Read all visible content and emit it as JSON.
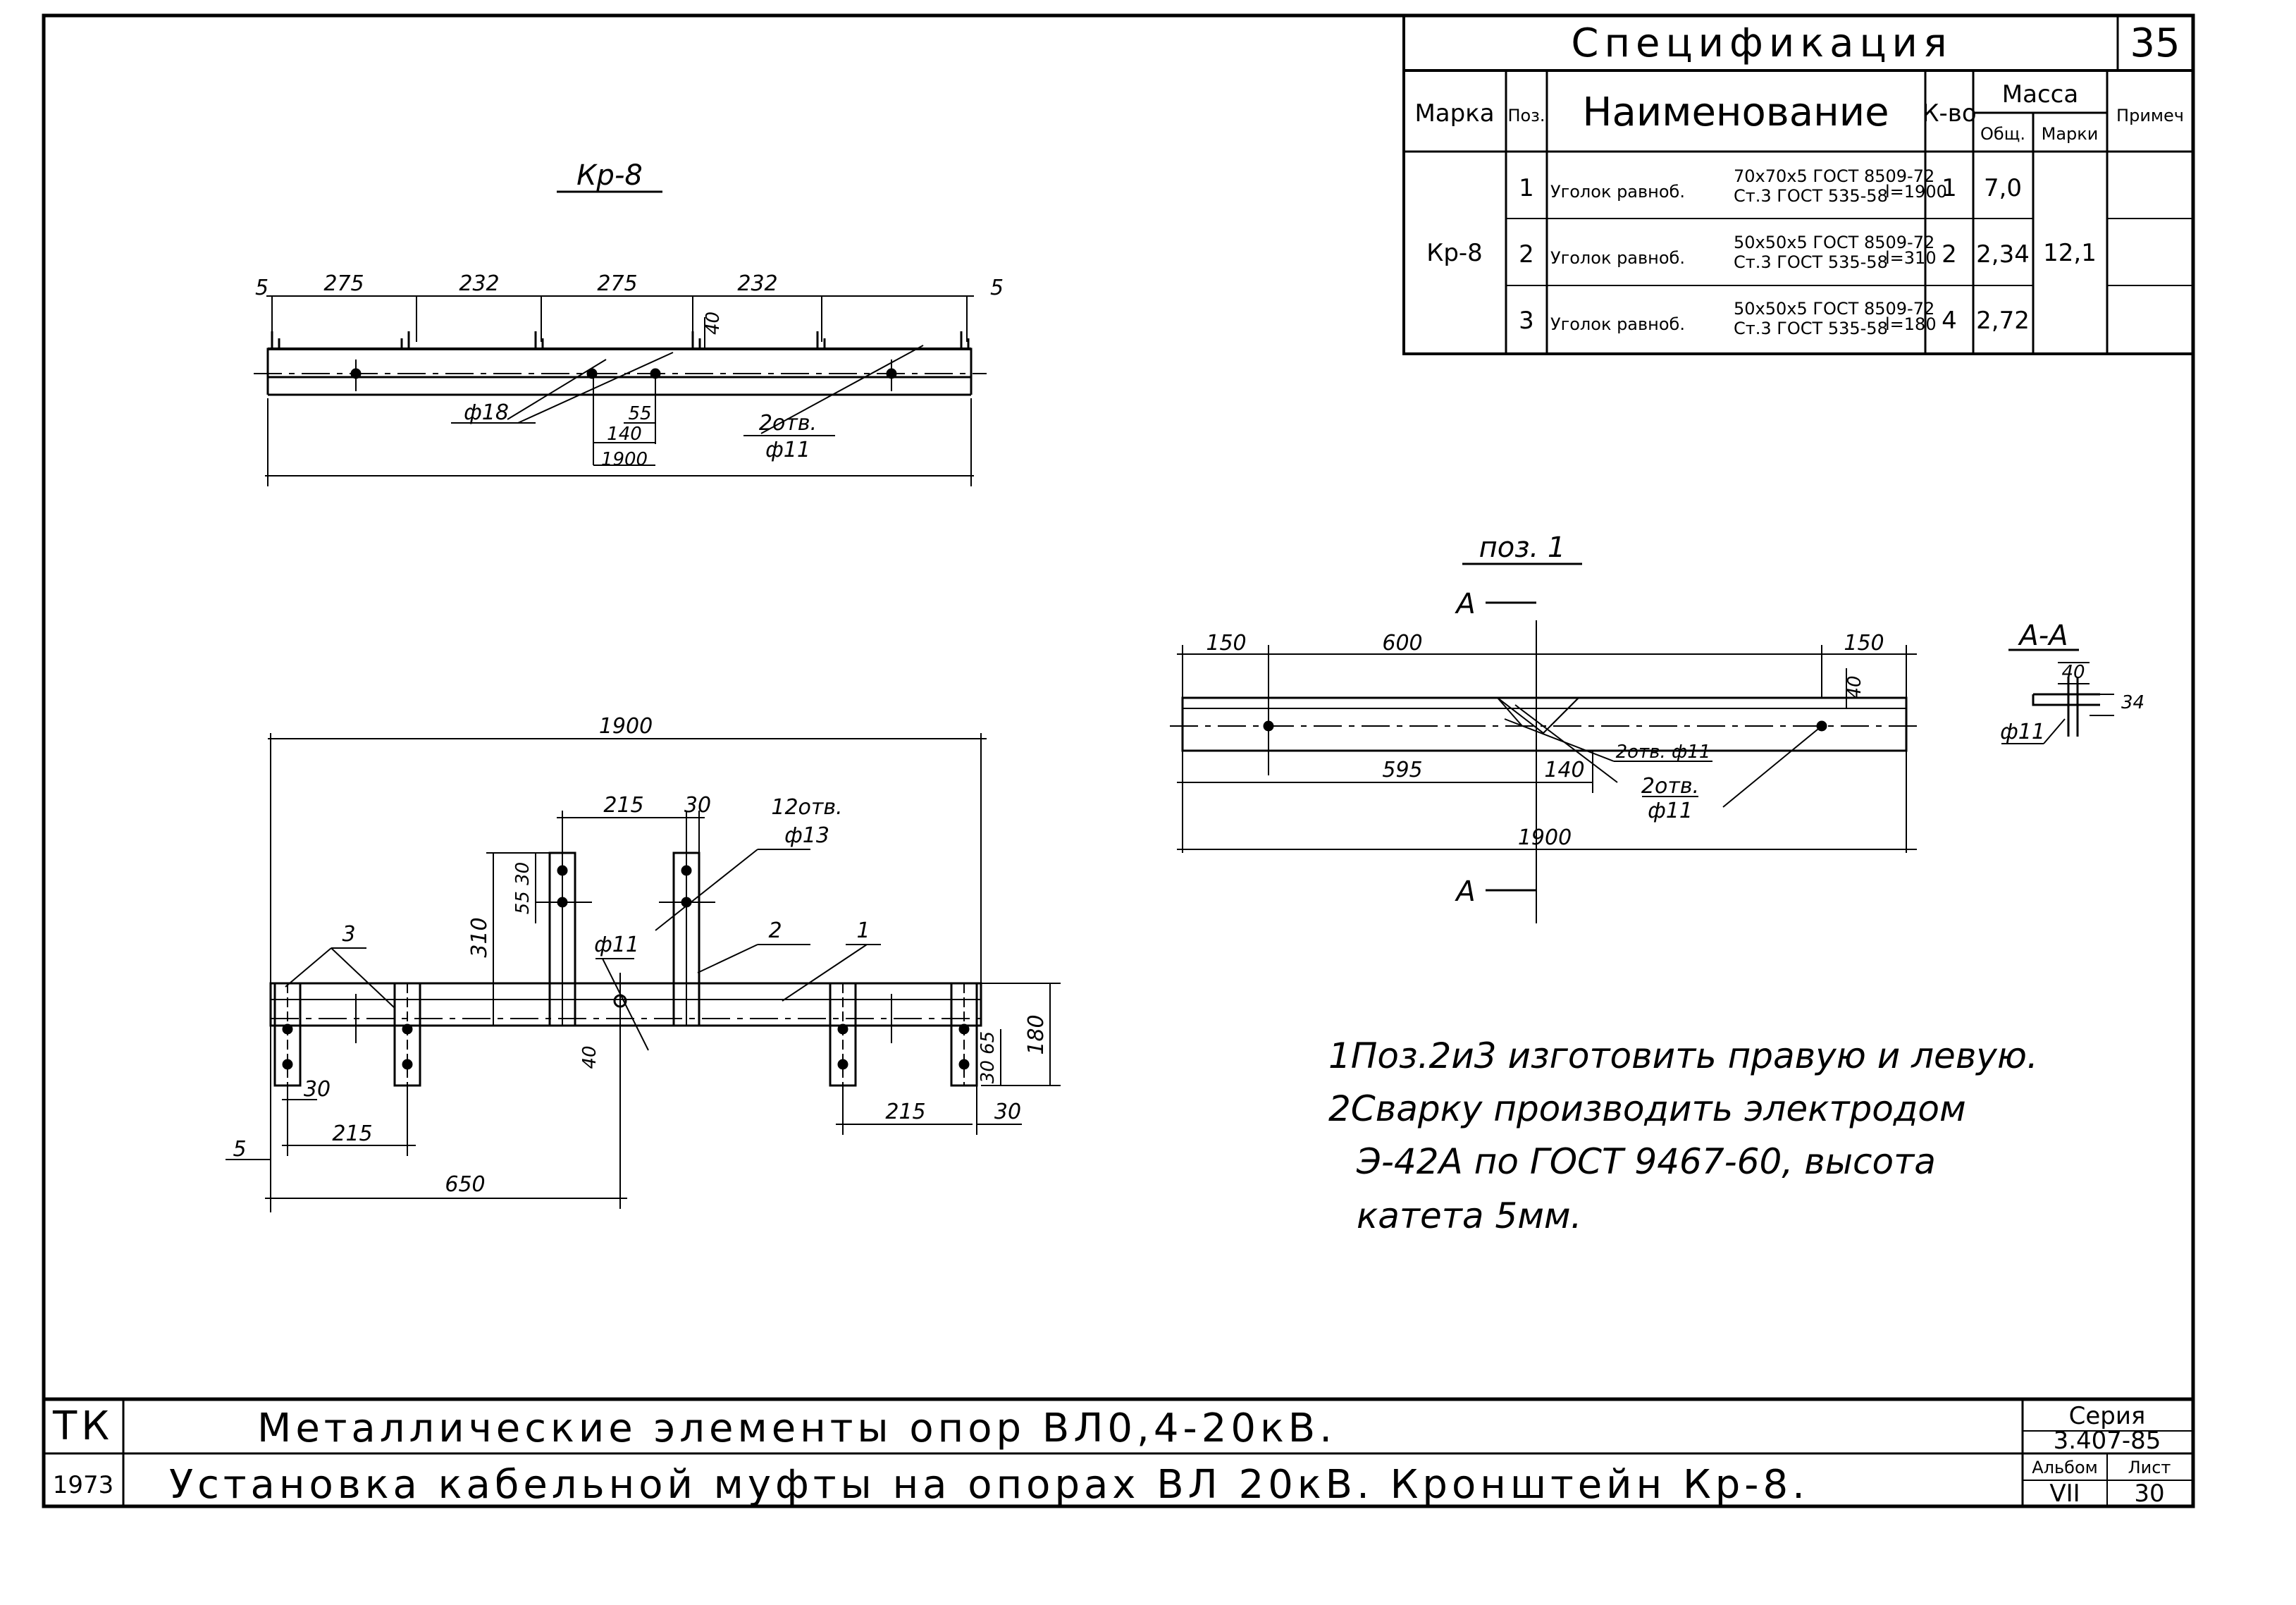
{
  "sheet_number": "35",
  "spec": {
    "title": "Спецификация",
    "headers": {
      "mark": "Марка",
      "pos": "Поз.",
      "name": "Наименование",
      "qty": "К-во",
      "mass": "Масса",
      "mass_total": "Общ.",
      "mass_mark": "Марки",
      "note": "Примеч"
    },
    "mark": "Кр-8",
    "mark_mass": "12,1",
    "rows": [
      {
        "pos": "1",
        "name": "Уголок равноб.",
        "profile": "70х70х5 ГОСТ 8509-72",
        "steel": "Ст.3 ГОСТ 535-58",
        "length": "l=1900",
        "qty": "1",
        "mass": "7,0"
      },
      {
        "pos": "2",
        "name": "Уголок равноб.",
        "profile": "50х50х5 ГОСТ 8509-72",
        "steel": "Ст.3 ГОСТ 535-58",
        "length": "l=310",
        "qty": "2",
        "mass": "2,34"
      },
      {
        "pos": "3",
        "name": "Уголок равноб.",
        "profile": "50х50х5 ГОСТ 8509-72",
        "steel": "Ст.3 ГОСТ 535-58",
        "length": "l=180",
        "qty": "4",
        "mass": "2,72"
      }
    ]
  },
  "top_view": {
    "title": "Кр-8",
    "dims": [
      "275",
      "232",
      "275",
      "232"
    ],
    "edge_left": "5",
    "edge_right": "5",
    "height": "40",
    "hole_a": "55",
    "hole_b": "140",
    "length": "1900",
    "hole_large": "ф18",
    "hole_small_count": "2отв.",
    "hole_small": "ф11"
  },
  "front_view": {
    "length": "1900",
    "post_spacing": "215",
    "post_width": "30",
    "holes_count": "12отв.",
    "holes_dia": "ф13",
    "post_height": "310",
    "post_offsets": "55 30",
    "center_hole": "ф11",
    "center_offset": "40",
    "pos_labels": [
      "3",
      "2",
      "1"
    ],
    "left_width": "30",
    "left_spacing": "215",
    "left_edge": "5",
    "half_length": "650",
    "right_spacing": "215",
    "right_width": "30",
    "height": "180",
    "right_offsets": "30 65"
  },
  "pos1": {
    "title": "поз. 1",
    "section_mark": "А",
    "left_offset": "150",
    "to_cut": "600",
    "right_offset": "150",
    "height": "40",
    "bottom_a": "595",
    "bottom_b": "140",
    "cut_note": "2отв. ф11",
    "holes_count": "2отв.",
    "holes_dia": "ф11",
    "length": "1900"
  },
  "section": {
    "title": "А-А",
    "dim_a": "40",
    "dim_b": "34",
    "hole": "ф11"
  },
  "notes": [
    "1Поз.2и3 изготовить правую и левую.",
    "2Сварку производить электродом",
    "Э-42А по ГОСТ 9467-60, высота",
    "катета 5мм."
  ],
  "title_block": {
    "org": "ТК",
    "year": "1973",
    "title": "Металлические элементы опор ВЛ0,4-20кВ.",
    "subtitle": "Установка кабельной муфты на опорах ВЛ 20кВ. Кронштейн Кр-8.",
    "series_label": "Серия",
    "series": "3.407-85",
    "album_label": "Альбом",
    "album": "VII",
    "sheet_label": "Лист",
    "sheet": "30"
  }
}
